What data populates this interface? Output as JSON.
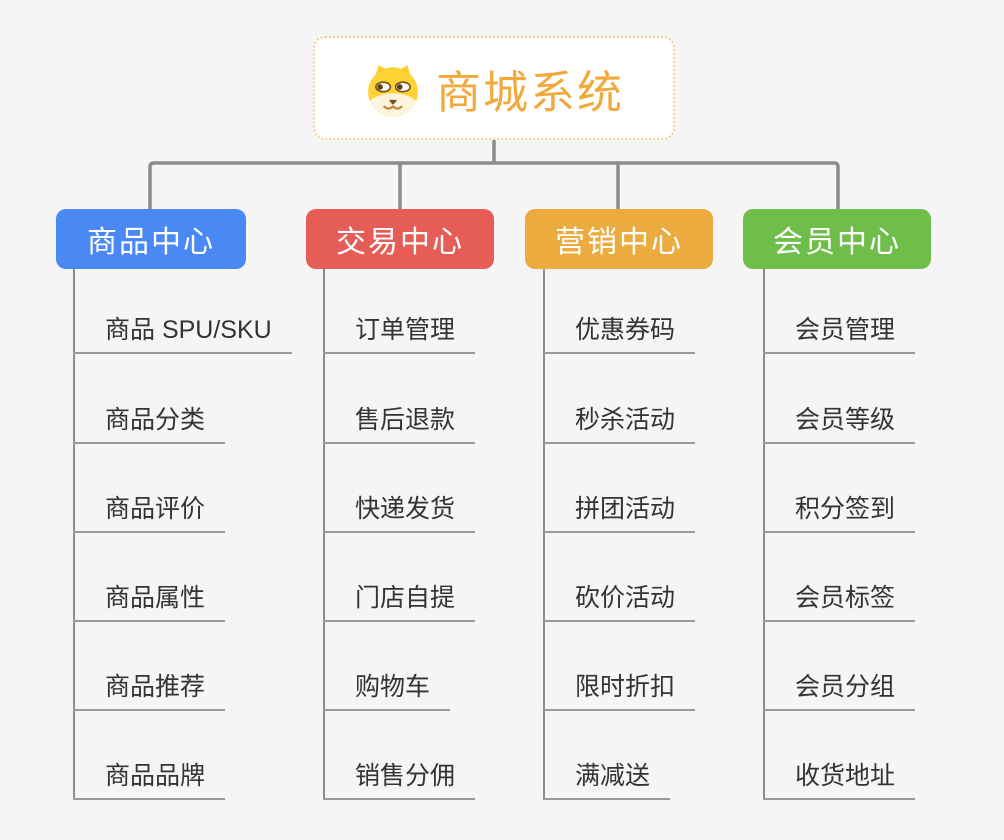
{
  "root": {
    "title": "商城系统",
    "icon": "dog-face-icon"
  },
  "branches": [
    {
      "label": "商品中心",
      "color": "#4A89F3",
      "items": [
        "商品 SPU/SKU",
        "商品分类",
        "商品评价",
        "商品属性",
        "商品推荐",
        "商品品牌"
      ]
    },
    {
      "label": "交易中心",
      "color": "#E65C56",
      "items": [
        "订单管理",
        "售后退款",
        "快递发货",
        "门店自提",
        "购物车",
        "销售分佣"
      ]
    },
    {
      "label": "营销中心",
      "color": "#ECAB3E",
      "items": [
        "优惠券码",
        "秒杀活动",
        "拼团活动",
        "砍价活动",
        "限时折扣",
        "满减送"
      ]
    },
    {
      "label": "会员中心",
      "color": "#6FBE49",
      "items": [
        "会员管理",
        "会员等级",
        "积分签到",
        "会员标签",
        "会员分组",
        "收货地址"
      ]
    }
  ],
  "colors": {
    "background": "#F5F5F5",
    "root_text": "#F2A93C",
    "root_border": "#F5CD88",
    "connector": "#8C8C8C",
    "underline": "#999999",
    "leaf_text": "#333333"
  }
}
